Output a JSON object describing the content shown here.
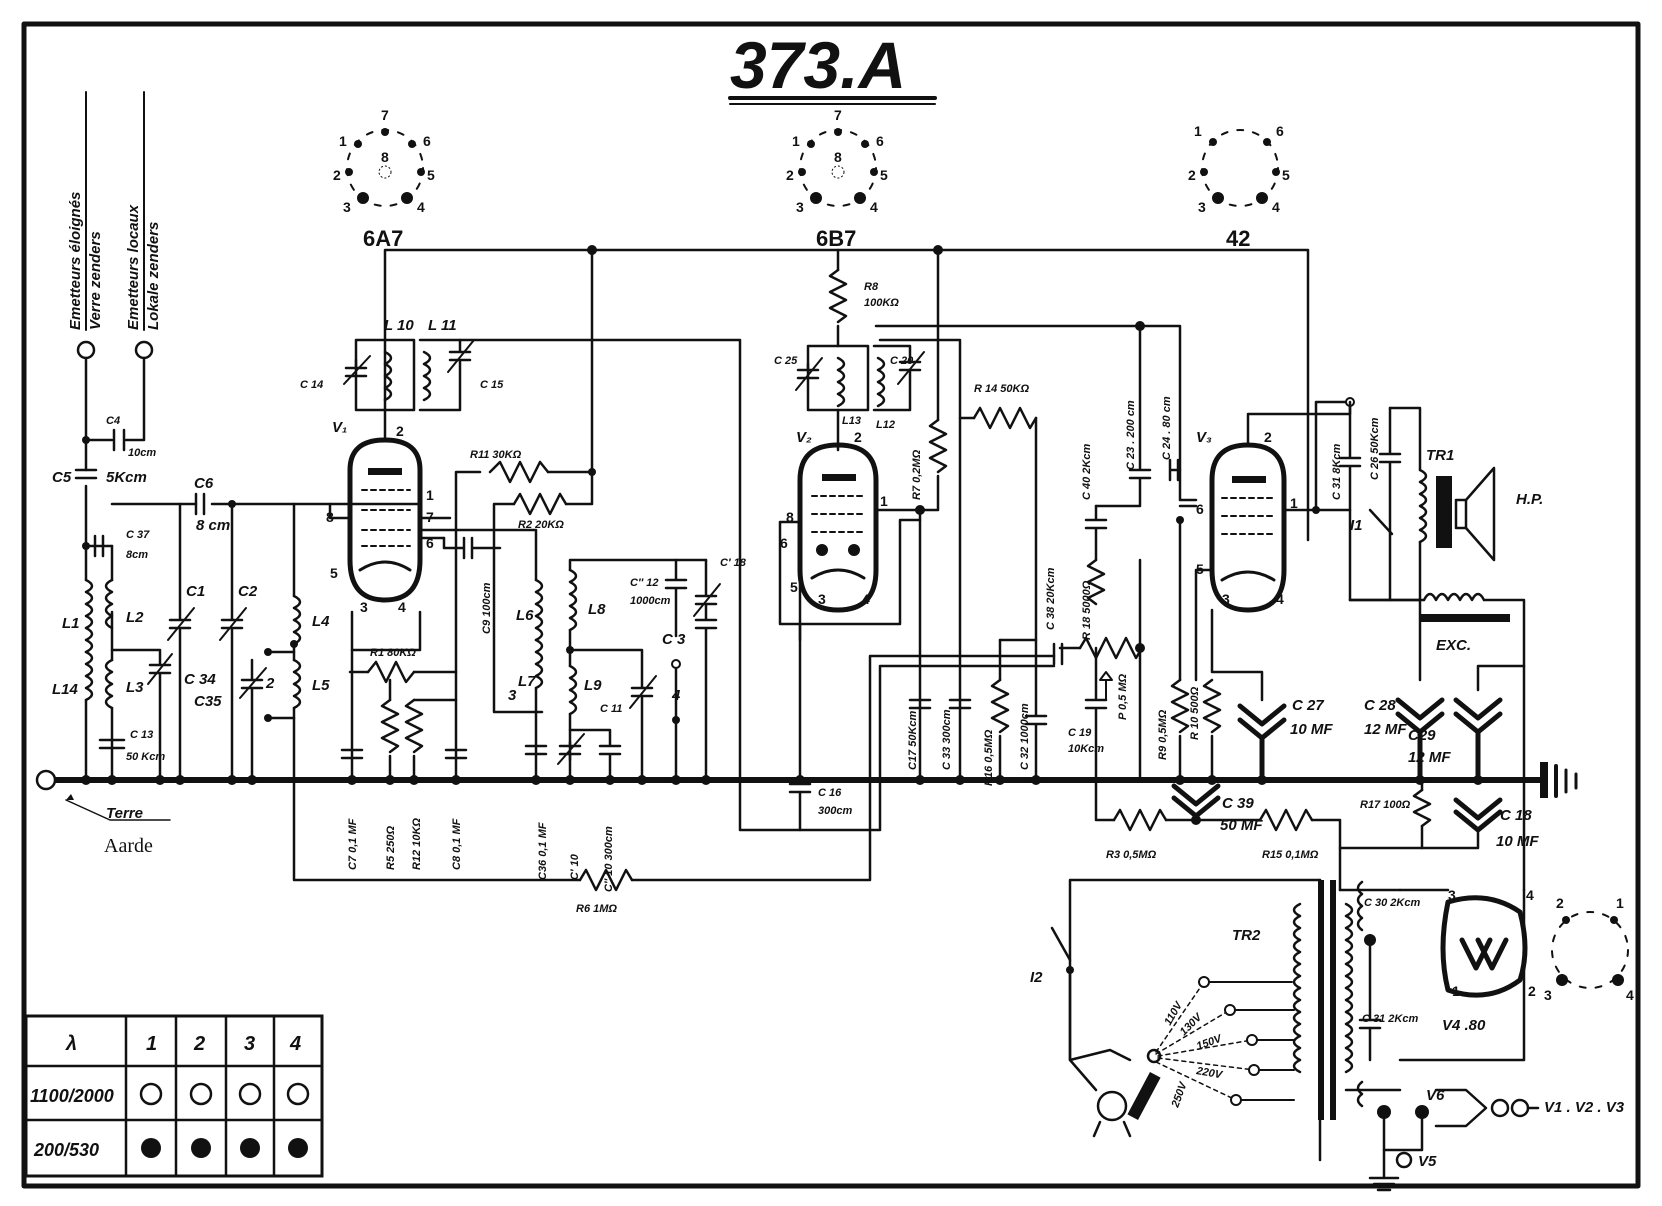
{
  "title": "373.A",
  "tubes": {
    "socket_6a7": {
      "label": "6A7",
      "pins": [
        "1",
        "2",
        "3",
        "4",
        "5",
        "6",
        "7",
        "8"
      ]
    },
    "socket_6b7": {
      "label": "6B7",
      "pins": [
        "1",
        "2",
        "3",
        "4",
        "5",
        "6",
        "7",
        "8"
      ]
    },
    "socket_42": {
      "label": "42",
      "pins": [
        "1",
        "2",
        "3",
        "4",
        "5",
        "6"
      ]
    },
    "socket_80": {
      "pins": [
        "1",
        "2",
        "3",
        "4"
      ]
    },
    "v1": "V₁",
    "v2": "V₂",
    "v3": "V₃",
    "v4": "V4 .80"
  },
  "antenna": {
    "far": "Emetteurs éloignés",
    "far_nl": "Verre zenders",
    "local": "Emetteurs locaux",
    "local_nl": "Lokale zenders"
  },
  "ground": {
    "fr": "Terre",
    "nl": "Aarde"
  },
  "components": {
    "c4": "C4",
    "c4_val": "10cm",
    "c5": "C5",
    "c5_val": "5Kcm",
    "c6": "C6",
    "c6_val": "8 cm",
    "c37": "C 37",
    "c37_val": "8cm",
    "c1": "C1",
    "c2": "C2",
    "c34": "C 34",
    "c35": "C35",
    "c13": "C 13",
    "c13_val": "50 Kcm",
    "c14": "C 14",
    "c15": "C 15",
    "l1": "L1",
    "l2": "L2",
    "l3": "L3",
    "l4": "L4",
    "l5": "L5",
    "l14": "L14",
    "l10": "L 10",
    "l11": "L 11",
    "l6": "L6",
    "l7": "L7",
    "l8": "L8",
    "l9": "L9",
    "l12": "L12",
    "l13": "L13",
    "r1": "R1 80KΩ",
    "r11": "R11 30KΩ",
    "r2": "R2 20KΩ",
    "c9": "C9 100cm",
    "c12": "C″ 12",
    "c12_val": "1000cm",
    "c18": "C′ 18",
    "c3": "C 3",
    "c11": "C 11",
    "c7": "C7 0,1 MF",
    "r5": "R5 250Ω",
    "r12": "R12 10KΩ",
    "c8": "C8 0,1 MF",
    "c36": "C36 0,1 MF",
    "c10": "C′ 10",
    "c10b": "C″ 10 300cm",
    "c16": "C 16",
    "c16_val": "300cm",
    "r6": "R6 1MΩ",
    "r8": "R8",
    "r8_val": "100KΩ",
    "c25": "C 25",
    "c20": "C 20",
    "r7": "R7 0,2MΩ",
    "r14": "R 14  50KΩ",
    "c23": "C 23 . 200 cm",
    "c24": "C 24 . 80 cm",
    "c40": "C 40  2Kcm",
    "r18": "R 18  5000Ω",
    "c38": "C 38  20Kcm",
    "pot": "P 0,5 MΩ",
    "r9": "R9 0,5MΩ",
    "r10": "R 10  500Ω",
    "c27": "C 27",
    "c27_val": "10 MF",
    "c28": "C 28",
    "c28_val": "12 MF",
    "c29": "C29",
    "c29_val": "12 MF",
    "c17": "C17 50Kcm",
    "c33": "C 33  300cm",
    "r16": "R16 0,5MΩ",
    "c32": "C 32  1000cm",
    "c19": "C 19",
    "c19_val": "10Kcm",
    "c39": "C 39",
    "c39_val": "50 MF",
    "r3": "R3  0,5MΩ",
    "r15": "R15  0,1MΩ",
    "r17": "R17  100Ω",
    "c18b": "C 18",
    "c18b_val": "10 MF",
    "c31": "C 31  8Kcm",
    "c26": "C 26  50Kcm",
    "i1": "I1",
    "tr1": "TR1",
    "hp": "H.P.",
    "exc": "EXC.",
    "tr2": "TR2",
    "i2": "I2",
    "c30": "C 30  2Kcm",
    "c31b": "C 31  2Kcm",
    "v6": "V6",
    "v5": "V5",
    "heater": "V1 . V2 . V3",
    "taps": [
      "110V",
      "130V",
      "150V",
      "220V",
      "250V"
    ]
  },
  "table": {
    "header": [
      "λ",
      "1",
      "2",
      "3",
      "4"
    ],
    "rows": [
      {
        "label": "1100/2000",
        "marks": [
          "open",
          "open",
          "open",
          "open"
        ]
      },
      {
        "label": "200/530",
        "marks": [
          "filled",
          "filled",
          "filled",
          "filled"
        ]
      }
    ]
  }
}
